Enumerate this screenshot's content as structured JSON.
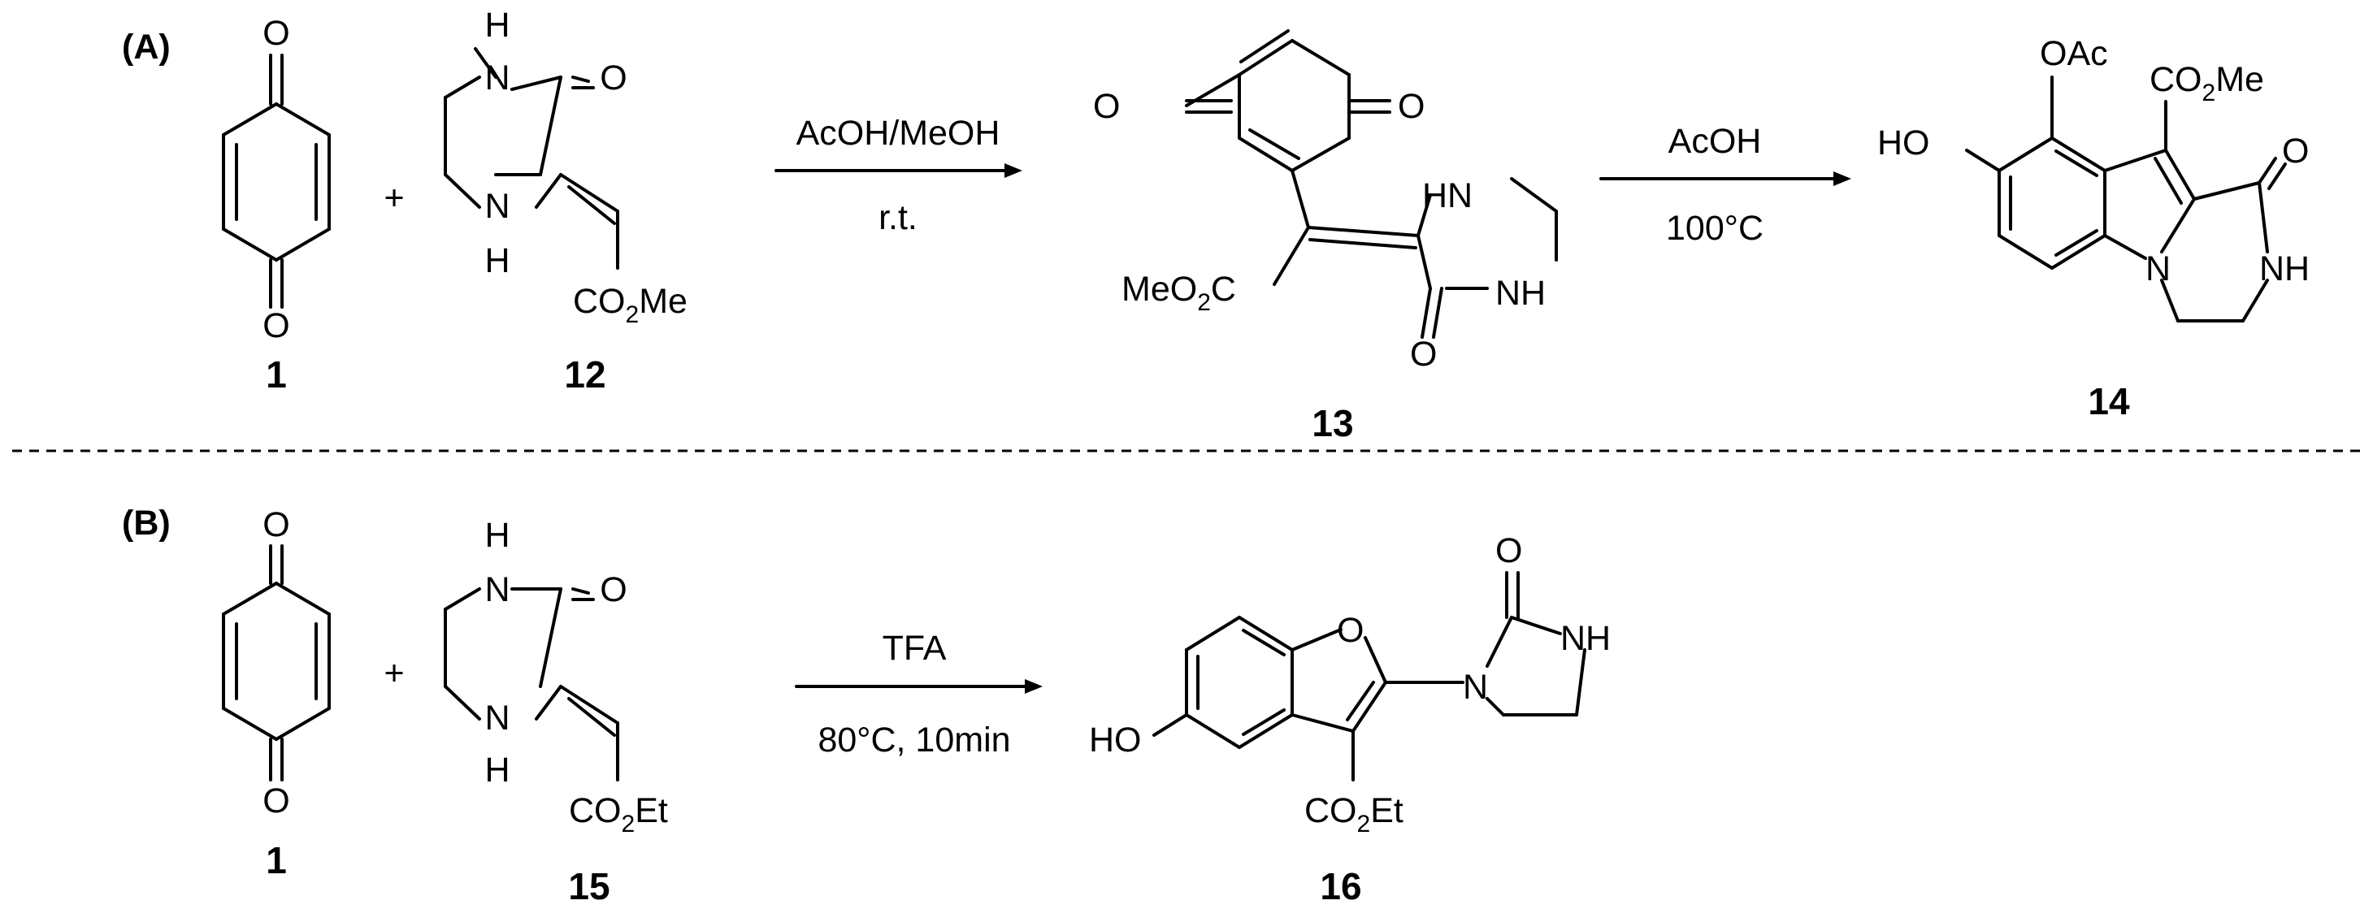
{
  "panels": [
    "(A)",
    "(B)"
  ],
  "reaction_a": {
    "conditions_1_top": "AcOH/MeOH",
    "conditions_1_bottom": "r.t.",
    "conditions_2_top": "AcOH",
    "conditions_2_bottom": "100°C",
    "plus": "+"
  },
  "reaction_b": {
    "conditions_top": "TFA",
    "conditions_bottom": "80°C, 10min",
    "plus": "+"
  },
  "compounds": {
    "a_quinone": "1",
    "a_reagent": "12",
    "a_intermediate": "13",
    "a_product": "14",
    "b_quinone": "1",
    "b_reagent": "15",
    "b_product": "16"
  },
  "atoms": {
    "O": "O",
    "H": "H",
    "N": "N",
    "NH": "NH",
    "HN": "HN",
    "HO": "HO",
    "OAc": "OAc",
    "CO2Me_co": "CO",
    "CO2Me_2": "2",
    "CO2Me_me": "Me",
    "MeO2C_meo": "MeO",
    "MeO2C_2": "2",
    "MeO2C_c": "C",
    "CO2Et_co": "CO",
    "CO2Et_2": "2",
    "CO2Et_et": "Et"
  }
}
